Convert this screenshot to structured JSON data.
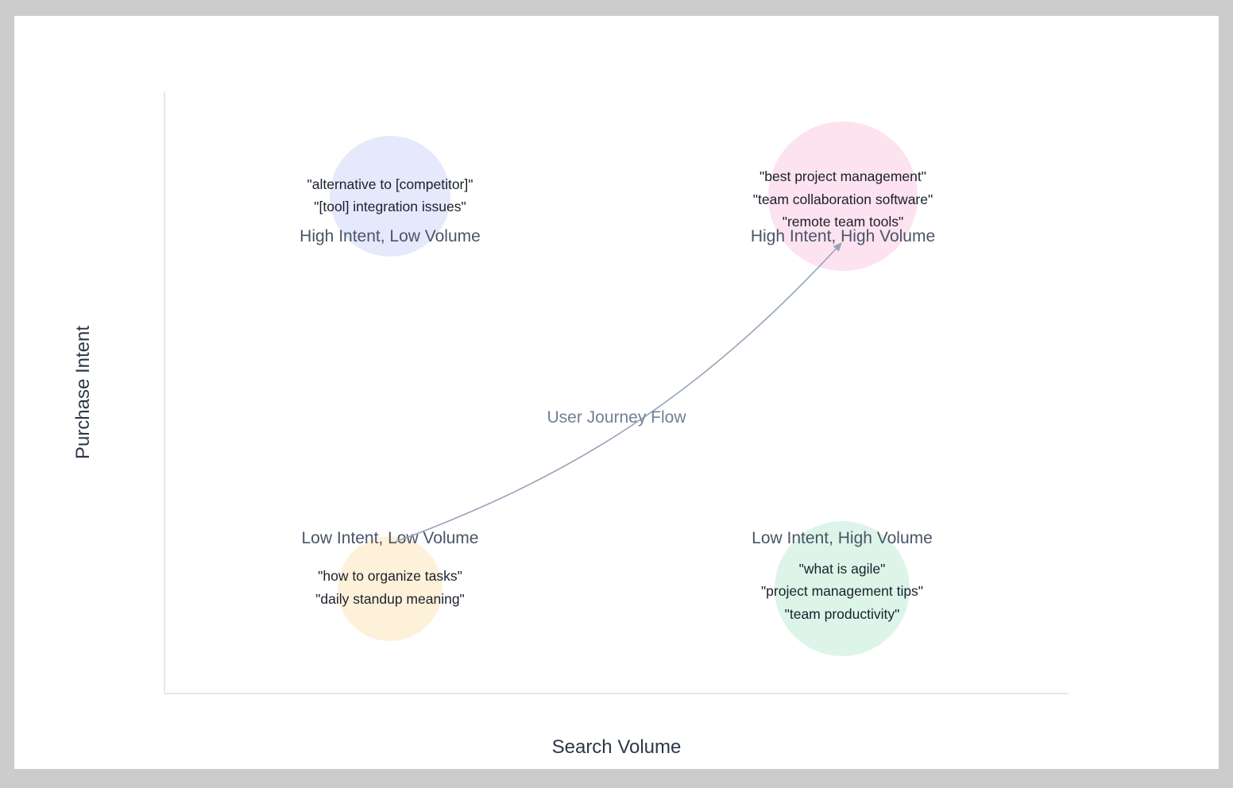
{
  "axes": {
    "x_label": "Search Volume",
    "y_label": "Purchase Intent"
  },
  "quadrants": [
    {
      "id": "high-intent-low-volume",
      "label": "High Intent, Low Volume",
      "color": "#e6e8fb",
      "keywords": [
        "\"alternative to [competitor]\"",
        "\"[tool] integration issues\""
      ]
    },
    {
      "id": "high-intent-high-volume",
      "label": "High Intent, High Volume",
      "color": "#fde2ef",
      "keywords": [
        "\"best project management\"",
        "\"team collaboration software\"",
        "\"remote team tools\""
      ]
    },
    {
      "id": "low-intent-low-volume",
      "label": "Low Intent, Low Volume",
      "color": "#fef1d9",
      "keywords": [
        "\"how to organize tasks\"",
        "\"daily standup meaning\""
      ]
    },
    {
      "id": "low-intent-high-volume",
      "label": "Low Intent, High Volume",
      "color": "#dcf5e8",
      "keywords": [
        "\"what is agile\"",
        "\"project management tips\"",
        "\"team productivity\""
      ]
    }
  ],
  "flow": {
    "label": "User Journey Flow",
    "color": "#94a3b8"
  }
}
